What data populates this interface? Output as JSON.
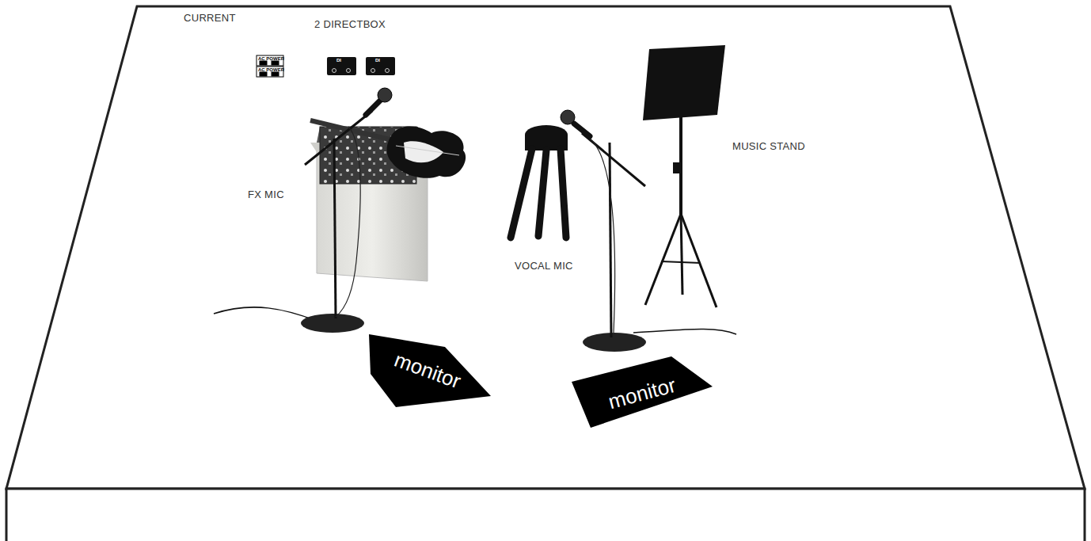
{
  "diagram": {
    "nodes": [
      {
        "text": [
          "monitor"
        ]
      },
      {
        "text": [
          "monitor"
        ]
      }
    ],
    "labels": [
      "CURRENT",
      "2 DIRECTBOX",
      "AC POWER",
      "AC POWER",
      "DI",
      "DI",
      "FX MIC",
      "VOCAL MIC",
      "MUSIC STAND"
    ]
  }
}
